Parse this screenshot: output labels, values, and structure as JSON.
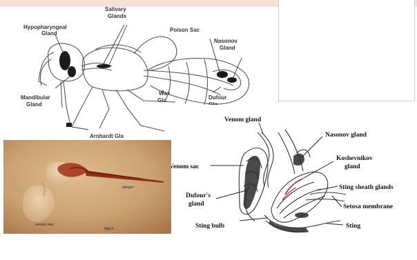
{
  "anatomy": {
    "labels": {
      "salivary_1": "Salivary",
      "salivary_2": "Glands",
      "hypopharyngeal_1": "Hypopharyngeal",
      "hypopharyngeal_2": "Gland",
      "poison_sac": "Poison Sac",
      "nasonov_1": "Nasonov",
      "nasonov_2": "Gland",
      "mandibular_1": "Mandibular",
      "mandibular_2": "Gland",
      "wax_1": "Wax",
      "wax_2": "Gla",
      "dufour_1": "Dufour",
      "dufour_2": "Gla",
      "bottom_cut": "Arnhardt Gla"
    }
  },
  "sting_diagram": {
    "labels": {
      "venom_gland": "Venom gland",
      "nasonov_gland": "Nasonov gland",
      "venom_sac": "Venom sac",
      "koshevnikov_1": "Koshevnikov",
      "koshevnikov_2": "gland",
      "sting_sheath": "Sting sheath glands",
      "dufour_1": "Dufour's",
      "dufour_2": "gland",
      "setosa": "Setosa membrane",
      "sting_bulb": "Sting bulb",
      "sting": "Sting"
    }
  },
  "photo": {
    "label_stinger": "stinger",
    "label_venom_sac": "venom sac",
    "credit": "http://..."
  },
  "colors": {
    "photo_bg": "#c9a071",
    "venom_red": "#a4381e",
    "top_strip": "#f4e0d4"
  }
}
